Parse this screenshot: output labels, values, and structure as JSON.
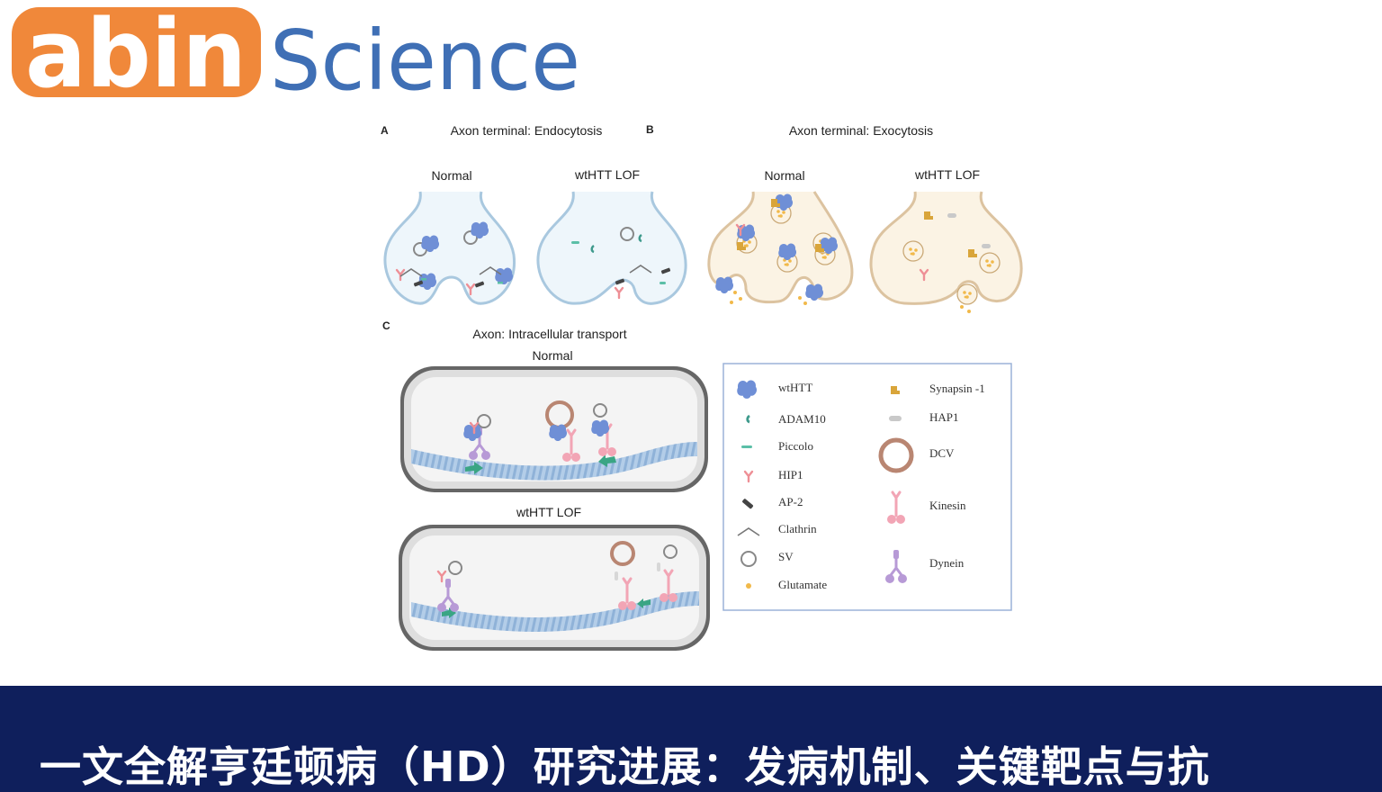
{
  "brand": {
    "logo_text": "abin",
    "name": "Science",
    "orange": "#f0883a",
    "blue": "#3f6fb5"
  },
  "figure": {
    "panel_a": {
      "letter": "A",
      "title": "Axon terminal: Endocytosis",
      "left_label": "Normal",
      "right_label": "wtHTT LOF"
    },
    "panel_b": {
      "letter": "B",
      "title": "Axon terminal: Exocytosis",
      "left_label": "Normal",
      "right_label": "wtHTT LOF"
    },
    "panel_c": {
      "letter": "C",
      "title": "Axon: Intracellular transport",
      "top_label": "Normal",
      "bottom_label": "wtHTT LOF"
    },
    "legend": {
      "left": [
        "wtHTT",
        "ADAM10",
        "Piccolo",
        "HIP1",
        "AP-2",
        "Clathrin",
        "SV",
        "Glutamate"
      ],
      "right": [
        "Synapsin -1",
        "HAP1",
        "DCV",
        "Kinesin",
        "Dynein"
      ]
    },
    "colors": {
      "wthtt": "#6f8fd6",
      "adam10": "#3e9a8c",
      "piccolo": "#5bbfa7",
      "hip1": "#ee8f96",
      "ap2": "#444444",
      "sv": "#888888",
      "glutamate": "#f1b94a",
      "synapsin": "#d9a53a",
      "hap1": "#c9c9c9",
      "dcv": "#b98672",
      "kinesin": "#f2a5b5",
      "dynein": "#b79ad6",
      "microtubule": "#a9c6e3",
      "arrow": "#3aa584"
    }
  },
  "banner": {
    "title": "一文全解亨廷顿病（HD）研究进展：发病机制、关键靶点与抗"
  }
}
